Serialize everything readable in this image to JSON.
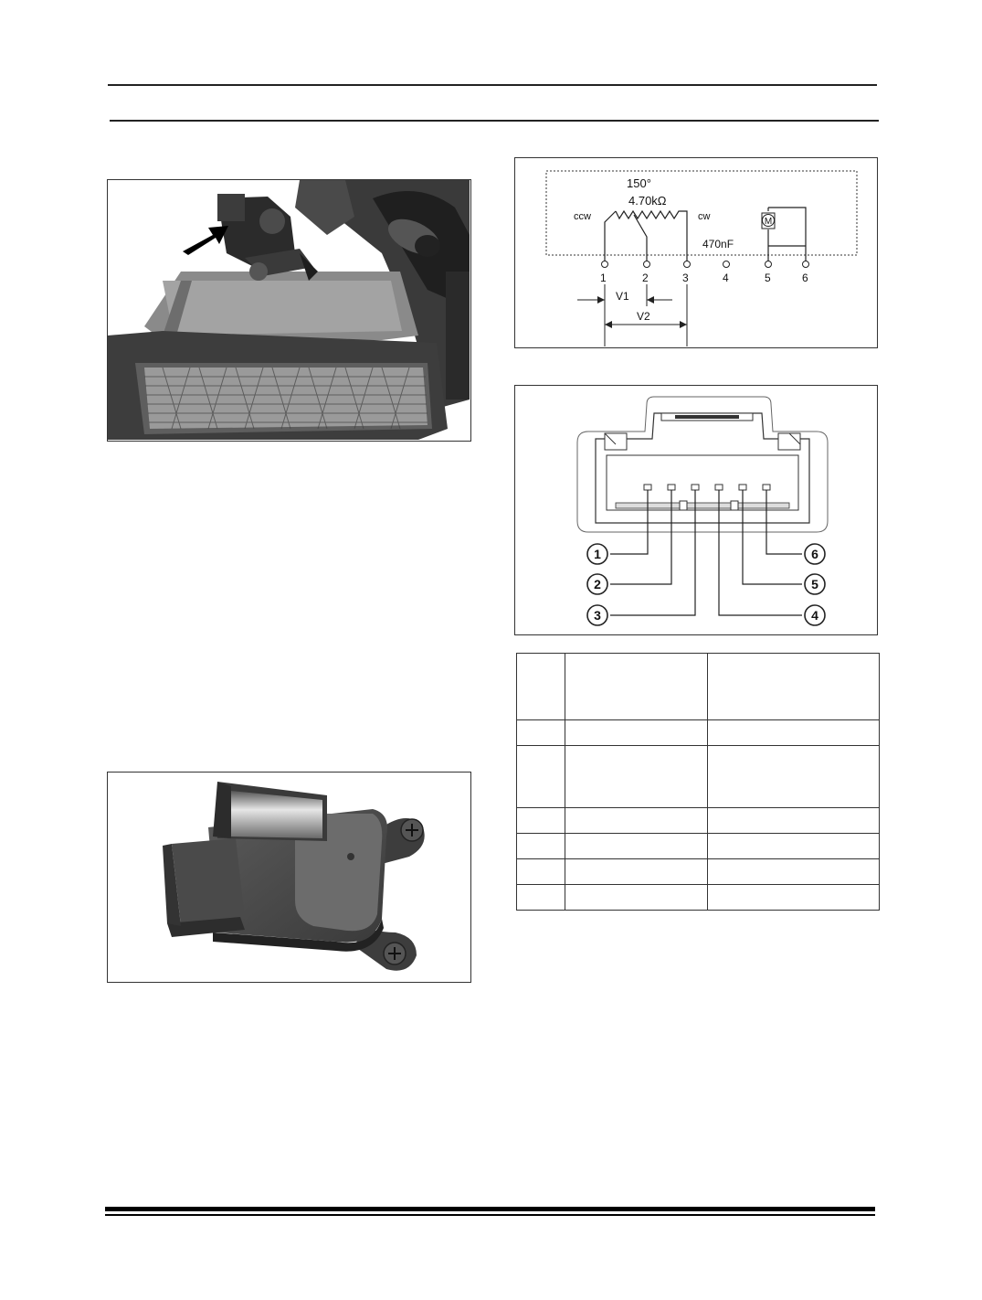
{
  "schematic": {
    "angle": "150°",
    "resistance": "4.70kΩ",
    "ccw": "ccw",
    "cw": "cw",
    "capacitor": "470nF",
    "motor": "M",
    "pins": [
      "1",
      "2",
      "3",
      "4",
      "5",
      "6"
    ],
    "v1": "V1",
    "v2": "V2"
  },
  "connector": {
    "callouts": [
      "1",
      "2",
      "3",
      "4",
      "5",
      "6"
    ]
  },
  "colors": {
    "line": "#222222",
    "photo_dark": "#2f2f2f",
    "photo_mid": "#7d7d7d"
  },
  "icons": [
    "arrow-icon",
    "motor-icon",
    "screw-icon"
  ]
}
